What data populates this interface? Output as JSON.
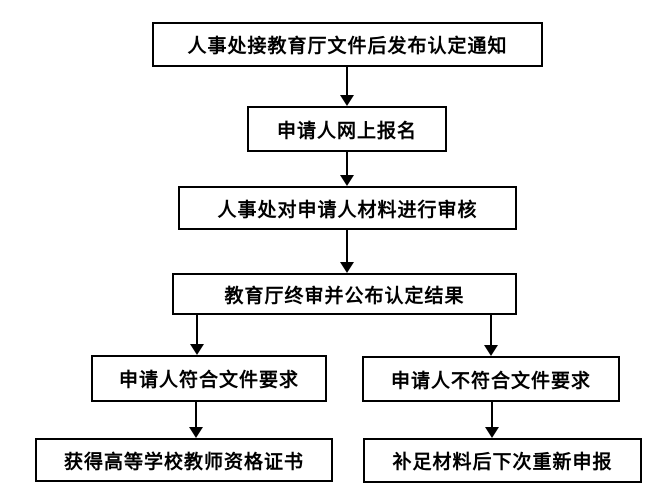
{
  "page": {
    "background_color": "#ffffff",
    "line_color": "#000000",
    "text_color": "#000000"
  },
  "flowchart": {
    "nodes": [
      {
        "id": "issue-notice",
        "label": "人事处接教育厅文件后发布认定通知"
      },
      {
        "id": "online-registration",
        "label": "申请人网上报名"
      },
      {
        "id": "material-review",
        "label": "人事处对申请人材料进行审核"
      },
      {
        "id": "final-review-publish",
        "label": "教育厅终审并公布认定结果"
      },
      {
        "id": "meets-requirements",
        "label": "申请人符合文件要求"
      },
      {
        "id": "not-meets-requirements",
        "label": "申请人不符合文件要求"
      },
      {
        "id": "obtain-certificate",
        "label": "获得高等学校教师资格证书"
      },
      {
        "id": "reapply-next-time",
        "label": "补足材料后下次重新申报"
      }
    ],
    "arrows": [
      {
        "from": "issue-notice",
        "to": "online-registration"
      },
      {
        "from": "online-registration",
        "to": "material-review"
      },
      {
        "from": "material-review",
        "to": "final-review-publish"
      },
      {
        "from": "final-review-publish",
        "to": "meets-requirements"
      },
      {
        "from": "final-review-publish",
        "to": "not-meets-requirements"
      },
      {
        "from": "meets-requirements",
        "to": "obtain-certificate"
      },
      {
        "from": "not-meets-requirements",
        "to": "reapply-next-time"
      }
    ]
  }
}
